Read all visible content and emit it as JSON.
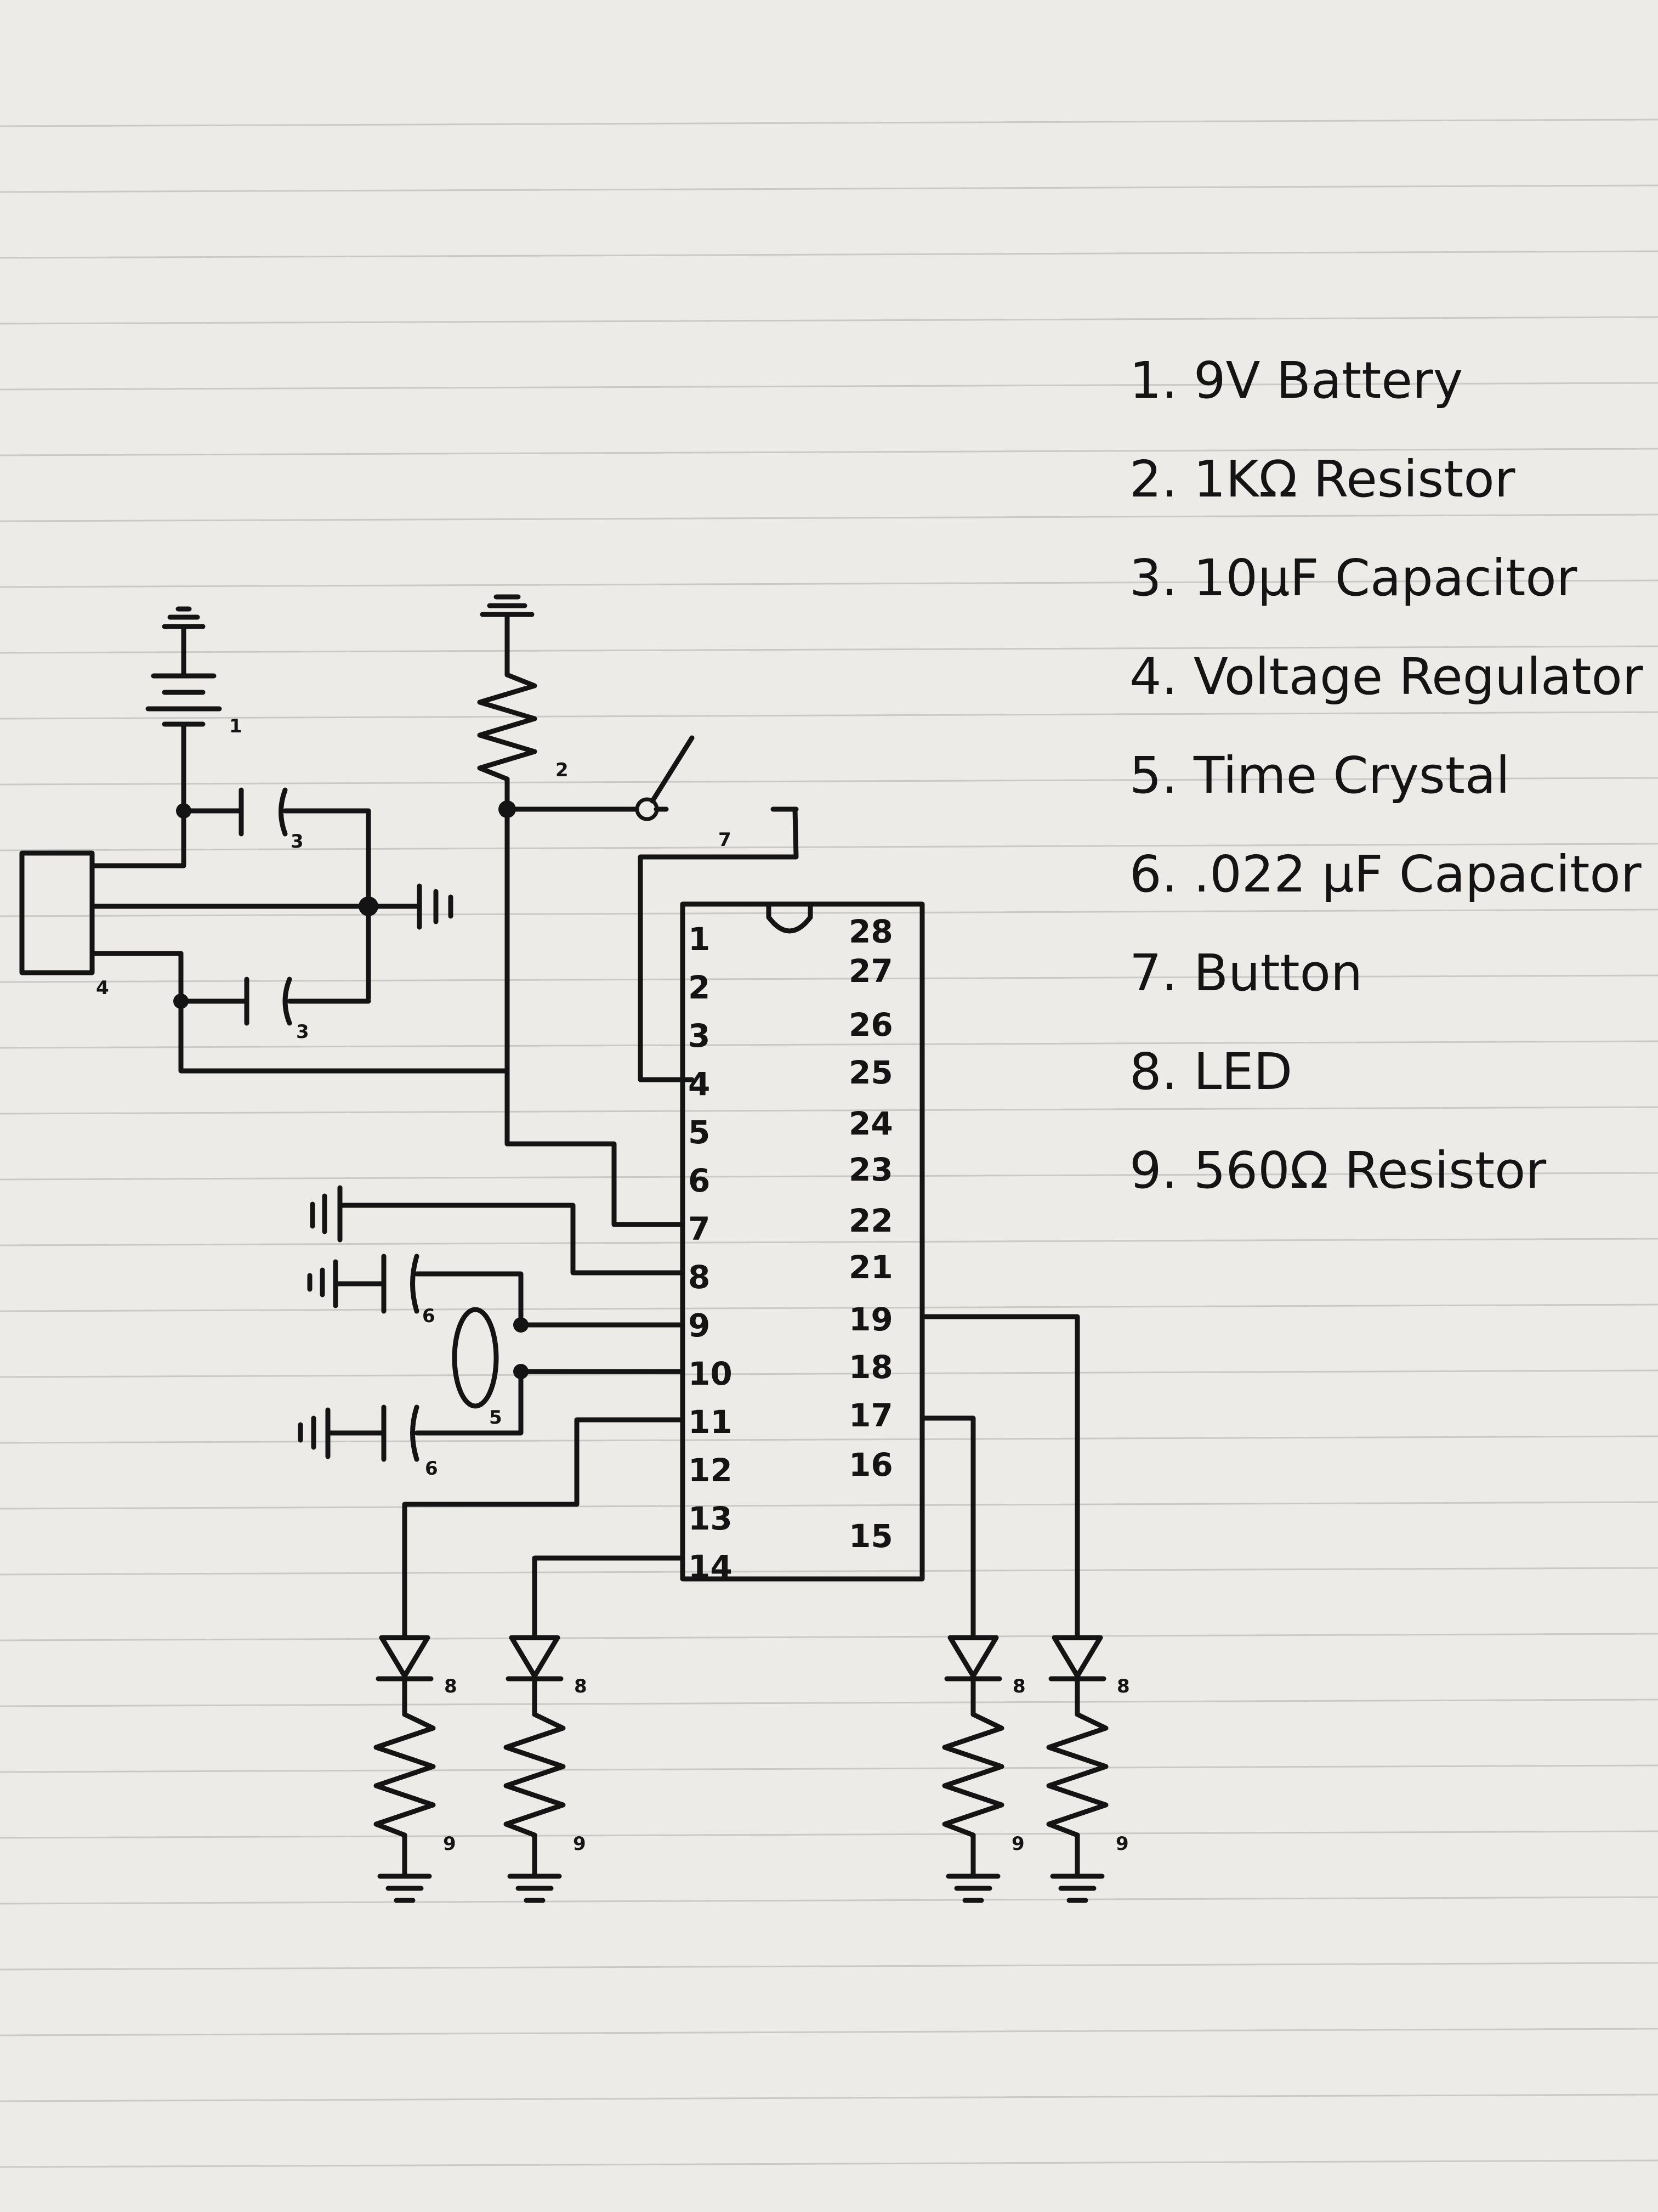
{
  "legend": [
    "1. 9V Battery",
    "2. 1KΩ Resistor",
    "3. 10µF Capacitor",
    "4. Voltage Regulator",
    "5. Time Crystal",
    "6. .022 µF Capacitor",
    "7. Button",
    "8. LED",
    "9. 560Ω Resistor"
  ],
  "chip": {
    "left_pins": [
      "1",
      "2",
      "3",
      "4",
      "5",
      "6",
      "7",
      "8",
      "9",
      "10",
      "11",
      "12",
      "13",
      "14"
    ],
    "right_pins": [
      "28",
      "27",
      "26",
      "25",
      "24",
      "23",
      "22",
      "21",
      "19",
      "18",
      "17",
      "16",
      "15"
    ]
  },
  "labels": {
    "battery": "1",
    "resistor_top": "2",
    "cap_top": "3",
    "cap_bottom": "3",
    "regulator": "4",
    "crystal": "5",
    "cap6_upper": "6",
    "cap6_lower": "6",
    "button": "7",
    "led": [
      "8",
      "8",
      "8",
      "8"
    ],
    "res9": [
      "9",
      "9",
      "9",
      "9"
    ]
  }
}
